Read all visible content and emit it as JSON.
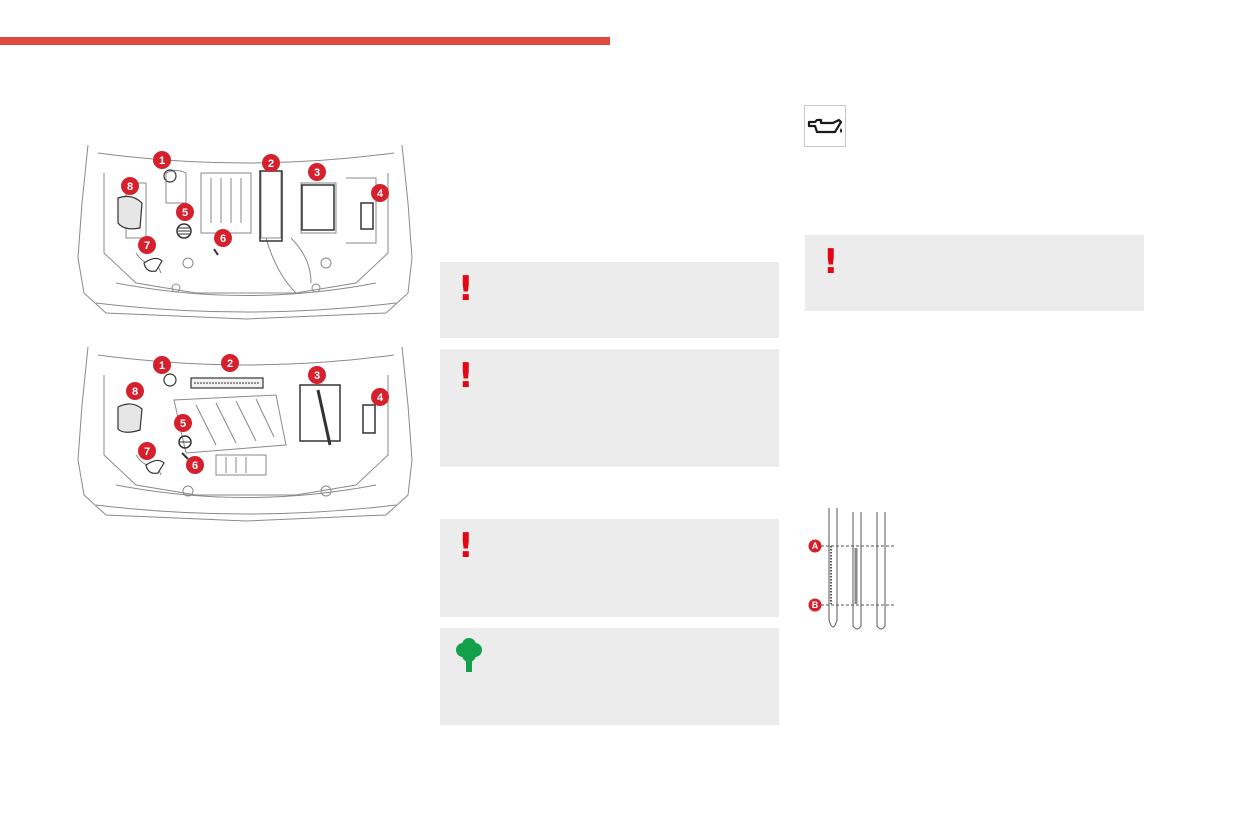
{
  "colors": {
    "accent": "#e04a3c",
    "callout_red": "#d5202e",
    "warning_red": "#e30613",
    "eco_green": "#12a14a",
    "note_bg": "#ececec",
    "line": "#8a8a8a"
  },
  "engine_diagram_1": {
    "callouts": [
      "1",
      "2",
      "3",
      "4",
      "5",
      "6",
      "7",
      "8"
    ]
  },
  "engine_diagram_2": {
    "callouts": [
      "1",
      "2",
      "3",
      "4",
      "5",
      "6",
      "7",
      "8"
    ]
  },
  "notes": [
    {
      "type": "warning",
      "icon": "exclamation-icon",
      "glyph": "!"
    },
    {
      "type": "warning",
      "icon": "exclamation-icon",
      "glyph": "!"
    },
    {
      "type": "warning",
      "icon": "exclamation-icon",
      "glyph": "!"
    },
    {
      "type": "eco",
      "icon": "tree-icon"
    },
    {
      "type": "warning",
      "icon": "exclamation-icon",
      "glyph": "!"
    }
  ],
  "oil_warning_light": {
    "icon": "oil-can-icon"
  },
  "dipstick": {
    "marks": [
      "A",
      "B"
    ]
  }
}
